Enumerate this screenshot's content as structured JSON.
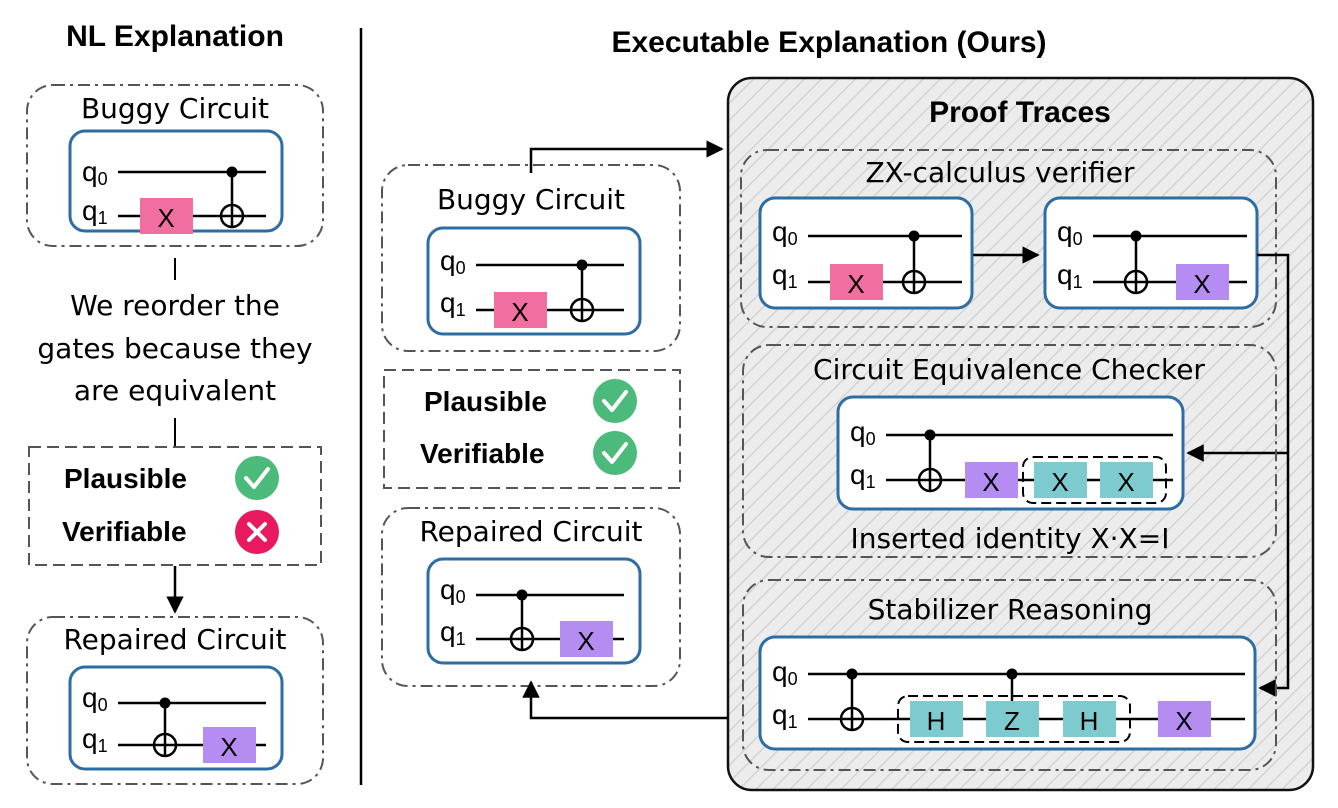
{
  "left": {
    "title": "NL Explanation",
    "buggy_title": "Buggy Circuit",
    "explanation_lines": [
      "We reorder the",
      "gates because they",
      "are equivalent"
    ],
    "plausible_label": "Plausible",
    "verifiable_label": "Verifiable",
    "plausible_status": "check",
    "verifiable_status": "cross",
    "repaired_title": "Repaired Circuit"
  },
  "middle": {
    "title": "Executable Explanation (Ours)",
    "buggy_title": "Buggy Circuit",
    "plausible_label": "Plausible",
    "verifiable_label": "Verifiable",
    "plausible_status": "check",
    "verifiable_status": "check",
    "repaired_title": "Repaired Circuit"
  },
  "proof": {
    "title": "Proof Traces",
    "zx_title": "ZX-calculus verifier",
    "equiv_title": "Circuit Equivalence Checker",
    "equiv_caption": "Inserted identity X·X=I",
    "stab_title": "Stabilizer Reasoning"
  },
  "qubits": {
    "q0": "q",
    "q0_sub": "0",
    "q1": "q",
    "q1_sub": "1"
  },
  "gates": {
    "x": "X",
    "h": "H",
    "z": "Z"
  },
  "colors": {
    "buggy_x": "#f06ea0",
    "repaired_x": "#b58cf2",
    "identity": "#7ecbcf",
    "circuit_border": "#2e6da4",
    "check": "#4cba7a",
    "cross": "#e8195e",
    "panel_bg": "#ebebeb"
  },
  "icons": {
    "check": "check-circle-icon",
    "cross": "cross-circle-icon",
    "arrow": "arrow-right-icon"
  }
}
